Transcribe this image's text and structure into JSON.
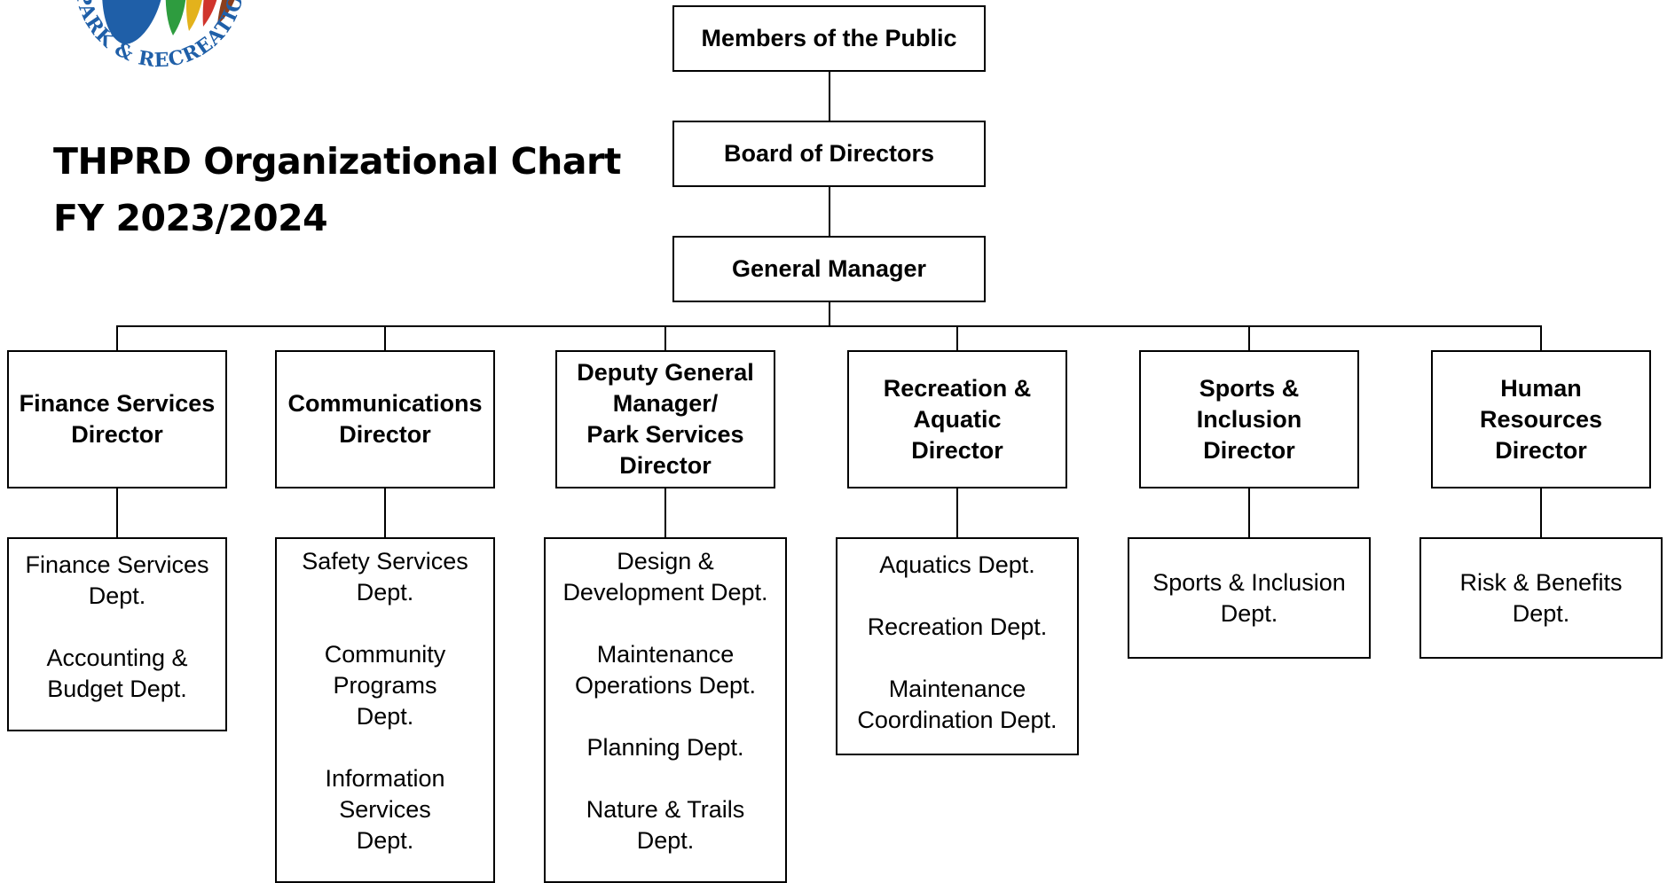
{
  "logo": {
    "text": "PARK & RECREATION DISTRICT",
    "colors": [
      "#1f5fa8",
      "#2e9c3f",
      "#e3b21c",
      "#d0342c",
      "#8a3f1e"
    ]
  },
  "title": {
    "line1": "THPRD Organizational Chart",
    "line2": "FY 2023/2024"
  },
  "top": {
    "public": "Members of the Public",
    "board": "Board of Directors",
    "gm": "General Manager"
  },
  "directors": [
    {
      "label": "Finance Services\nDirector"
    },
    {
      "label": "Communications\nDirector"
    },
    {
      "label": "Deputy General\nManager/\nPark Services\nDirector"
    },
    {
      "label": "Recreation &\nAquatic\nDirector"
    },
    {
      "label": "Sports & Inclusion\nDirector"
    },
    {
      "label": "Human Resources\nDirector"
    }
  ],
  "departments": [
    [
      "Finance Services\nDept.",
      "Accounting &\nBudget Dept."
    ],
    [
      "Safety Services\nDept.",
      "Community\nPrograms\nDept.",
      "Information\nServices\nDept."
    ],
    [
      "Design &\nDevelopment Dept.",
      "Maintenance\nOperations Dept.",
      "Planning Dept.",
      "Nature & Trails\nDept."
    ],
    [
      "Aquatics Dept.",
      "Recreation Dept.",
      "Maintenance\nCoordination Dept."
    ],
    [
      "Sports & Inclusion\nDept."
    ],
    [
      "Risk & Benefits\nDept."
    ]
  ]
}
